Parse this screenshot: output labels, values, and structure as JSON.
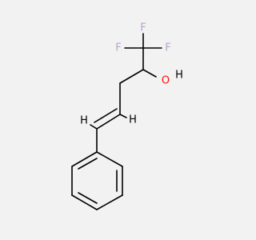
{
  "molecule": {
    "atoms": {
      "f_top": {
        "symbol": "F"
      },
      "f_left": {
        "symbol": "F"
      },
      "f_right": {
        "symbol": "F"
      },
      "oxygen": {
        "symbol": "O"
      },
      "hydrogen": {
        "symbol": "H"
      },
      "vinyl_h1": {
        "symbol": "H"
      },
      "vinyl_h2": {
        "symbol": "H"
      }
    }
  },
  "colors": {
    "background": "#f2f2f2",
    "bond": "#000000",
    "fluorine": "#b8a1c8",
    "oxygen": "#ff0d0d",
    "hydrogen": "#000000"
  }
}
